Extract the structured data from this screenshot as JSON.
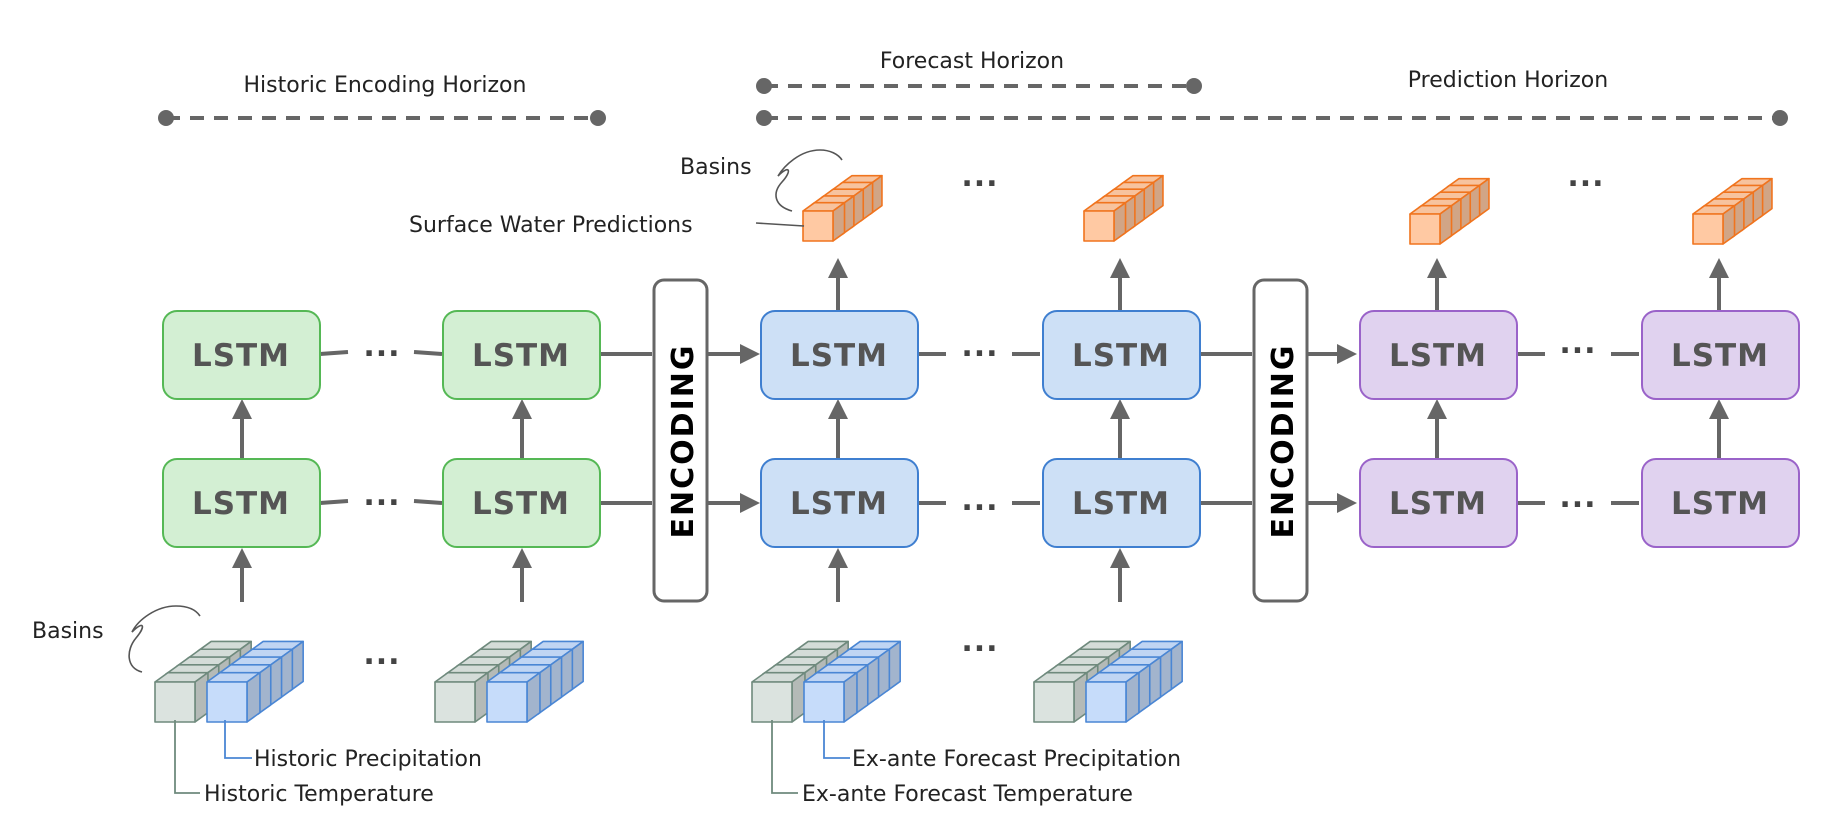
{
  "colors": {
    "green_fill": "#d3efd3",
    "green_stroke": "#55b855",
    "blue_fill": "#cde0f6",
    "blue_stroke": "#3f7fd0",
    "purple_fill": "#e0d2ef",
    "purple_stroke": "#9a63c9",
    "orange_fill": "#ffc9a3",
    "orange_stroke": "#f0741e",
    "gray_cube_fill": "#dbe3df",
    "gray_cube_stroke": "#6f8a7d",
    "blue_cube_fill": "#c6dcfa",
    "blue_cube_stroke": "#4a86d4",
    "connector": "#666666"
  },
  "horizons": {
    "historic": "Historic Encoding Horizon",
    "forecast": "Forecast Horizon",
    "prediction": "Prediction Horizon"
  },
  "encoding_label": "ENCODING",
  "lstm_label": "LSTM",
  "ellipsis": "...",
  "labels": {
    "basins_top": "Basins",
    "surface_water": "Surface Water Predictions",
    "basins_left": "Basins",
    "historic_precip": "Historic Precipitation",
    "historic_temp": "Historic Temperature",
    "forecast_precip": "Ex-ante Forecast Precipitation",
    "forecast_temp": "Ex-ante Forecast Temperature"
  }
}
